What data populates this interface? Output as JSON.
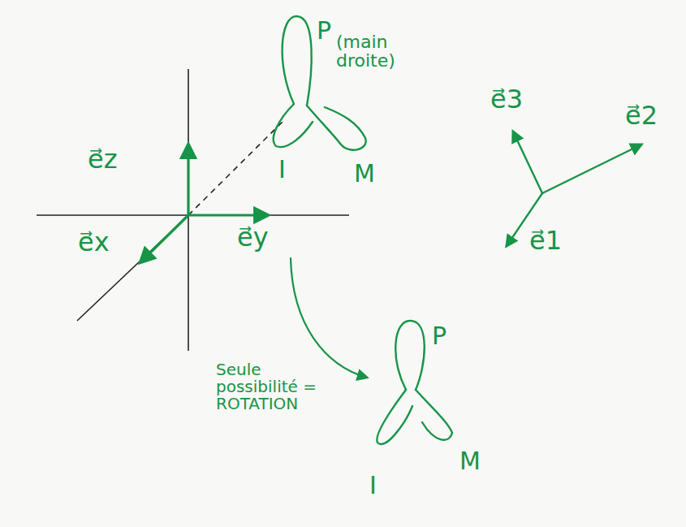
{
  "diagram": {
    "labels": [
      "P",
      "(main droite)",
      "I",
      "M",
      "e⃗z",
      "e⃗x",
      "e⃗y",
      "Seule possibilité = ROTATION",
      "e⃗3",
      "e⃗2",
      "e⃗1",
      "P",
      "I",
      "M"
    ]
  }
}
